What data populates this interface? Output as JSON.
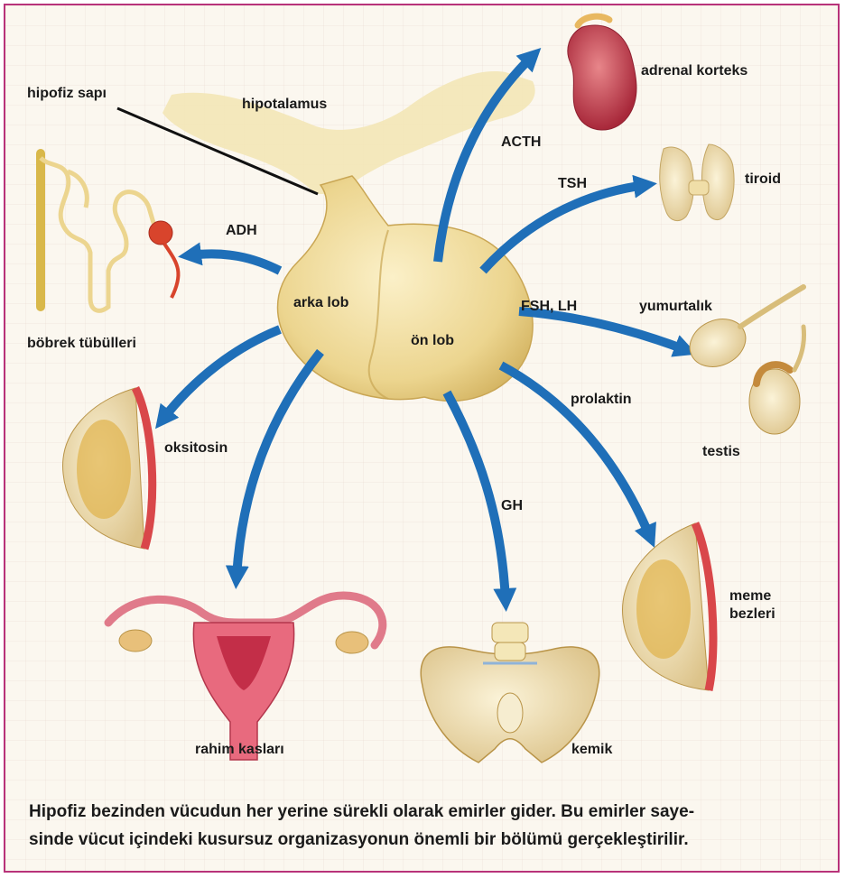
{
  "labels": {
    "hipofiz_sapi": "hipofiz sapı",
    "hipotalamus": "hipotalamus",
    "arka_lob": "arka lob",
    "on_lob": "ön lob",
    "adrenal_korteks": "adrenal korteks",
    "acth": "ACTH",
    "tsh": "TSH",
    "tiroid": "tiroid",
    "adh": "ADH",
    "bobrek_tubulleri": "böbrek tübülleri",
    "fsh_lh": "FSH, LH",
    "yumurtalik": "yumurtalık",
    "testis": "testis",
    "prolaktin": "prolaktin",
    "oksitosin": "oksitosin",
    "gh": "GH",
    "meme_bezleri_1": "meme",
    "meme_bezleri_2": "bezleri",
    "rahim_kaslari": "rahim kasları",
    "kemik": "kemik"
  },
  "caption": {
    "line1": "Hipofiz bezinden vücudun her yerine sürekli olarak emirler gider. Bu emirler saye-",
    "line2": "sinde vücut içindeki kusursuz organizasyonun önemli bir bölümü gerçekleştirilir."
  },
  "colors": {
    "border": "#b8337a",
    "arrow": "#1f6fb8",
    "gland": "#ecd58f",
    "organ_red": "#c8454a"
  }
}
